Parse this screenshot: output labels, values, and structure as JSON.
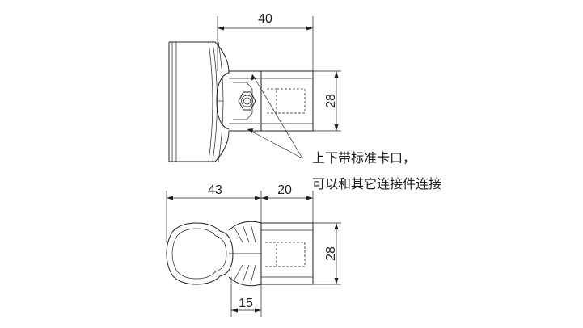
{
  "dimensions": {
    "top_width": "40",
    "top_height": "28",
    "bottom_left_width": "43",
    "bottom_right_width": "20",
    "bottom_height": "28",
    "bottom_slot_width": "15"
  },
  "note": {
    "line1": "上下带标准卡口，",
    "line2": "可以和其它连接件连接"
  }
}
